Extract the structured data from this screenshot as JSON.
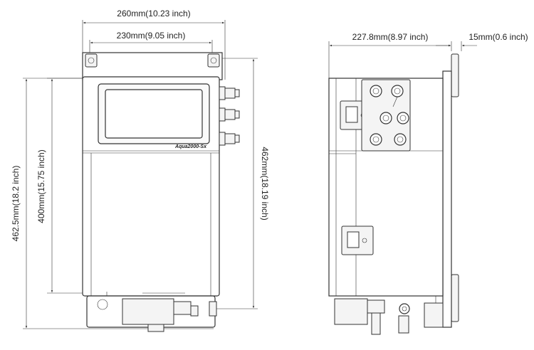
{
  "front_view": {
    "width_outer": "260mm(10.23 inch)",
    "width_inner": "230mm(9.05 inch)",
    "height_total": "462.5mm(18.2 inch)",
    "height_inner": "400mm(15.75 inch)",
    "height_right": "462mm(18.19 inch)",
    "model_label": "Aqua2000-Sx"
  },
  "side_view": {
    "depth": "227.8mm(8.97 inch)",
    "flange": "15mm(0.6 inch)"
  },
  "colors": {
    "line": "#333333",
    "background": "#ffffff"
  }
}
